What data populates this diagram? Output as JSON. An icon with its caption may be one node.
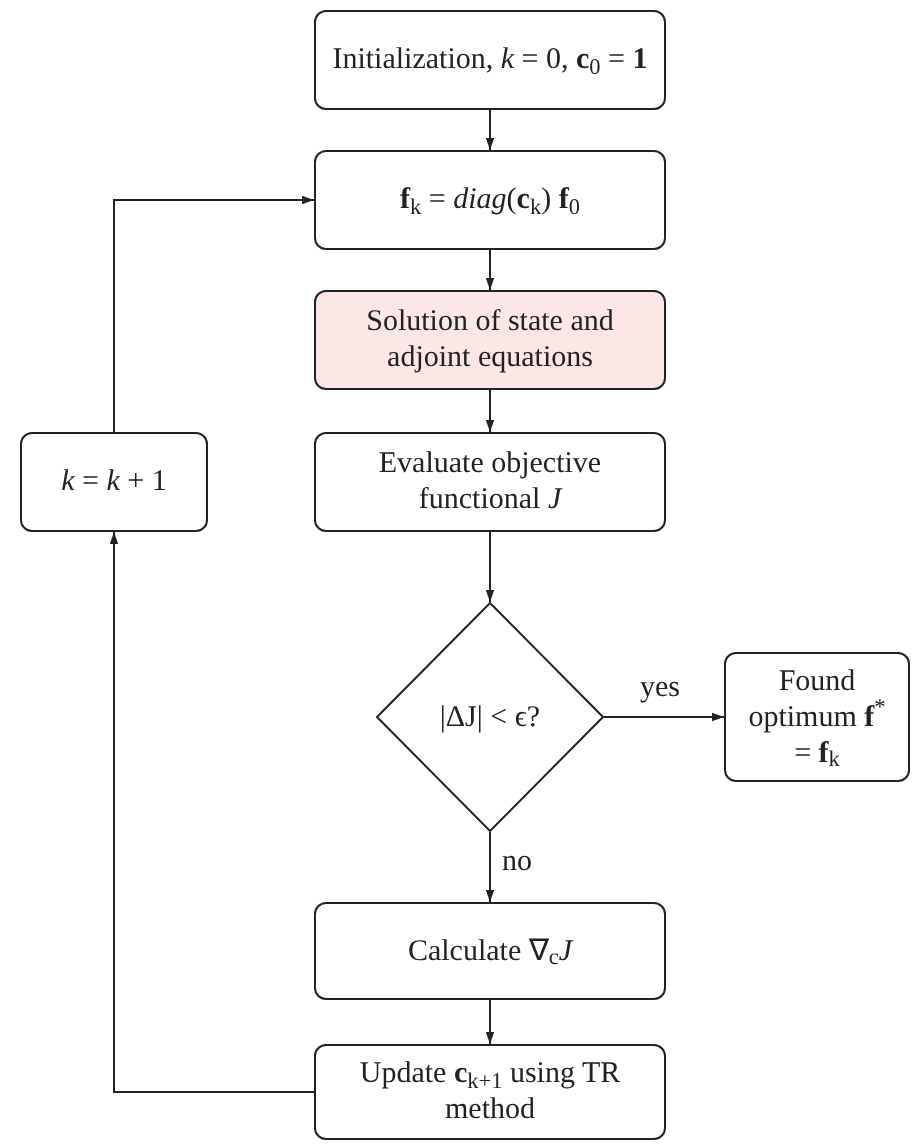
{
  "diagram": {
    "nodes": [
      {
        "text": [
          "Initialization, *k* = 0, **c**$_{0}$ = **1**"
        ]
      },
      {
        "text": [
          "**f**$_{k}$ = *diag*(**c**$_{k}$) **f**$_{0}$"
        ]
      },
      {
        "text": [
          "Solution of state and adjoint equations"
        ]
      },
      {
        "text": [
          "Evaluate objective functional *J*"
        ]
      },
      {
        "text": [
          "|ΔJ| < ϵ?"
        ]
      },
      {
        "text": [
          "Found optimum **f**$^{*}$ = **f**$_{k}$"
        ]
      },
      {
        "text": [
          "Calculate ∇$_{c}$*J*"
        ]
      },
      {
        "text": [
          "Update **c**$_{k+1}$ using TR method"
        ]
      },
      {
        "text": [
          "*k* = *k* + 1"
        ]
      }
    ],
    "edges": [
      {
        "from": 0,
        "to": 1,
        "arrow": "to"
      },
      {
        "from": 1,
        "to": 2,
        "arrow": "to"
      },
      {
        "from": 2,
        "to": 3,
        "arrow": "to"
      },
      {
        "from": 3,
        "to": 4,
        "arrow": "to"
      },
      {
        "from": 4,
        "to": 5,
        "arrow": "to",
        "label": "yes"
      },
      {
        "from": 4,
        "to": 6,
        "arrow": "to",
        "label": "no"
      },
      {
        "from": 6,
        "to": 7,
        "arrow": "to"
      },
      {
        "from": 7,
        "to": 8,
        "arrow": "to"
      },
      {
        "from": 8,
        "to": 1,
        "arrow": "to"
      }
    ]
  }
}
